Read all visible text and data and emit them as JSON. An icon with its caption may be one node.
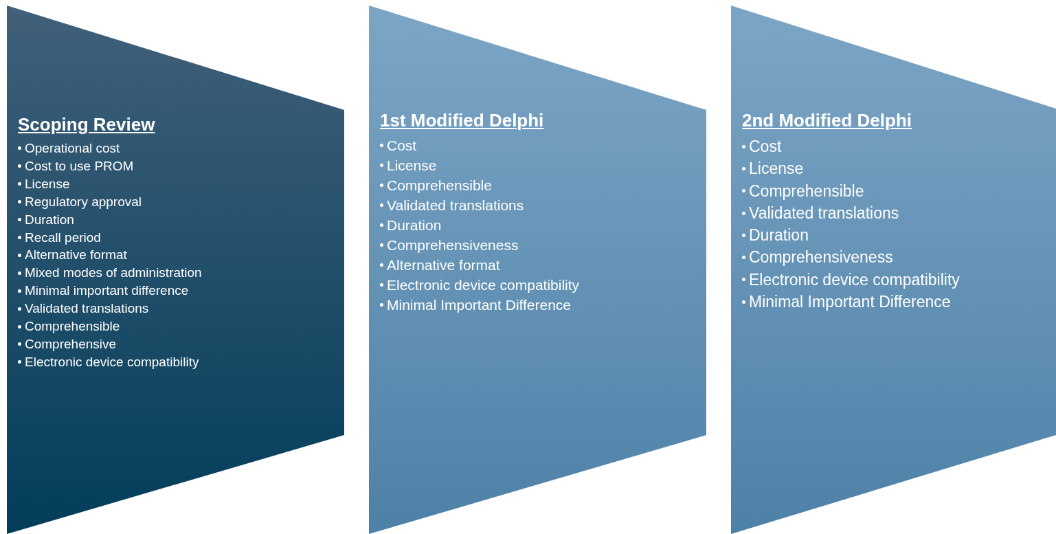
{
  "diagram": {
    "nodes": [
      {
        "text": [
          "Scoping Review",
          "Operational cost",
          "Cost to use PROM",
          "License",
          "Regulatory approval",
          "Duration",
          "Recall period",
          "Alternative format",
          "Mixed modes of administration",
          "Minimal important difference",
          "Validated translations",
          "Comprehensible",
          "Comprehensive",
          "Electronic device compatibility"
        ]
      },
      {
        "text": [
          "1st Modified Delphi",
          "Cost",
          "License",
          "Comprehensible",
          "Validated translations",
          "Duration",
          "Comprehensiveness",
          "Alternative format",
          "Electronic device compatibility",
          "Minimal Important Difference"
        ]
      },
      {
        "text": [
          "2nd Modified Delphi",
          "Cost",
          "License",
          "Comprehensible",
          "Validated translations",
          "Duration",
          "Comprehensiveness",
          "Electronic device compatibility",
          "Minimal Important Difference"
        ]
      }
    ]
  }
}
